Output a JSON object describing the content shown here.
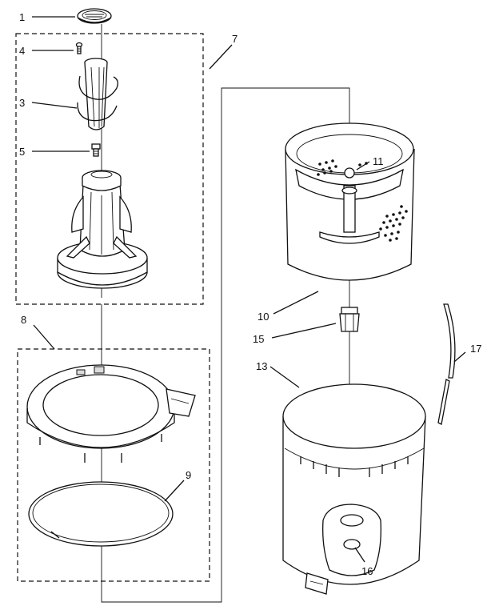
{
  "diagram": {
    "callouts": [
      {
        "id": "c1",
        "label": "1"
      },
      {
        "id": "c3",
        "label": "3"
      },
      {
        "id": "c4",
        "label": "4"
      },
      {
        "id": "c5",
        "label": "5"
      },
      {
        "id": "c7",
        "label": "7"
      },
      {
        "id": "c8",
        "label": "8"
      },
      {
        "id": "c9",
        "label": "9"
      },
      {
        "id": "c10",
        "label": "10"
      },
      {
        "id": "c11",
        "label": "11"
      },
      {
        "id": "c13",
        "label": "13"
      },
      {
        "id": "c15",
        "label": "15"
      },
      {
        "id": "c16",
        "label": "16"
      },
      {
        "id": "c17",
        "label": "17"
      }
    ]
  }
}
